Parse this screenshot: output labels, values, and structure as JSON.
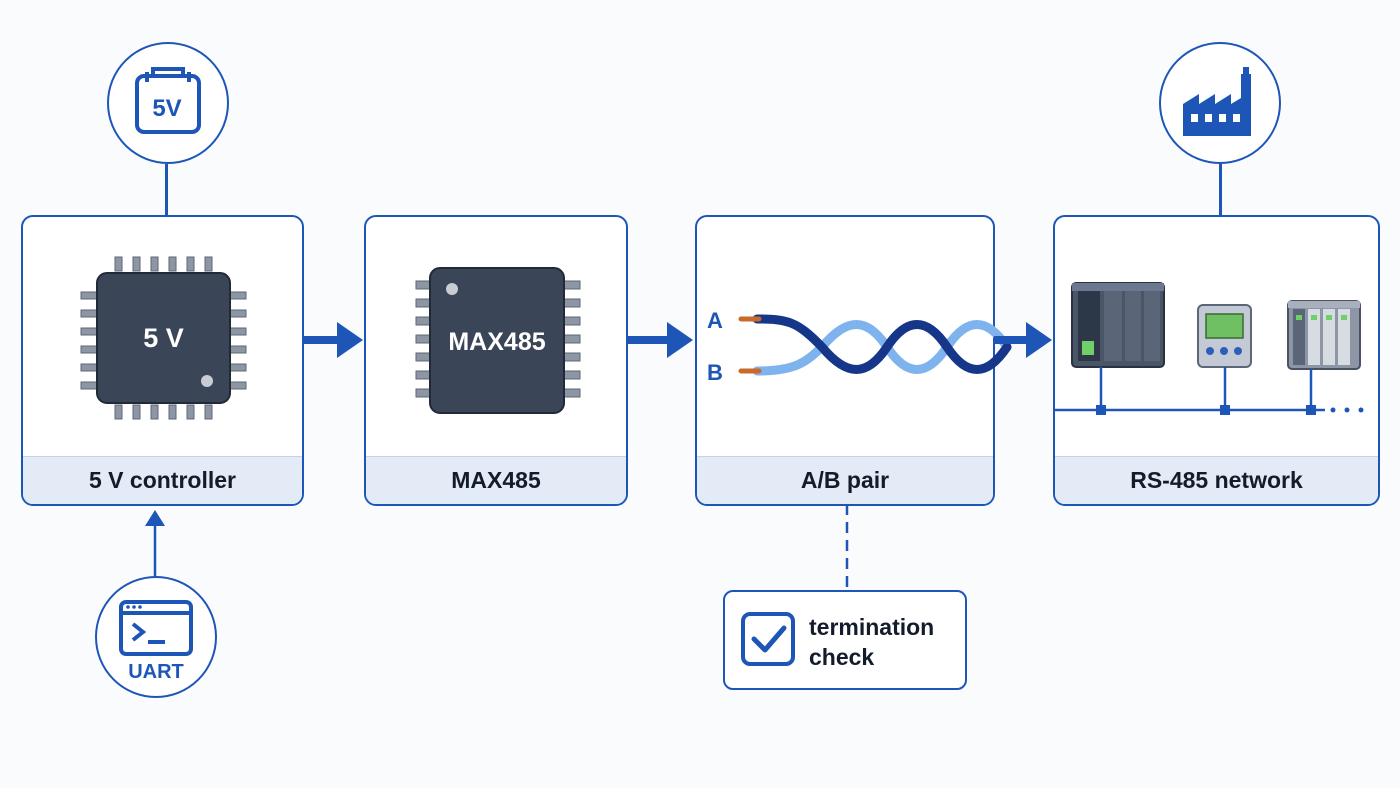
{
  "cards": {
    "controller": {
      "label": "5 V controller",
      "chip_label": "5 V"
    },
    "transceiver": {
      "label": "MAX485",
      "chip_label": "MAX485"
    },
    "pair": {
      "label": "A/B pair",
      "wire_a": "A",
      "wire_b": "B"
    },
    "network": {
      "label": "RS-485 network"
    }
  },
  "icons": {
    "power": {
      "text": "5V",
      "icon": "battery-icon"
    },
    "uart": {
      "text": "UART",
      "icon": "terminal-icon"
    },
    "network": {
      "icon": "factory-icon"
    }
  },
  "check": {
    "line1": "termination",
    "line2": "check",
    "icon": "checkbox-icon"
  },
  "colors": {
    "accent": "#1e56b8",
    "chip": "#3a4558",
    "footer": "#e3ebf6",
    "wire_dark": "#16368a",
    "wire_light": "#7fb3ee",
    "copper": "#c96a2a"
  }
}
